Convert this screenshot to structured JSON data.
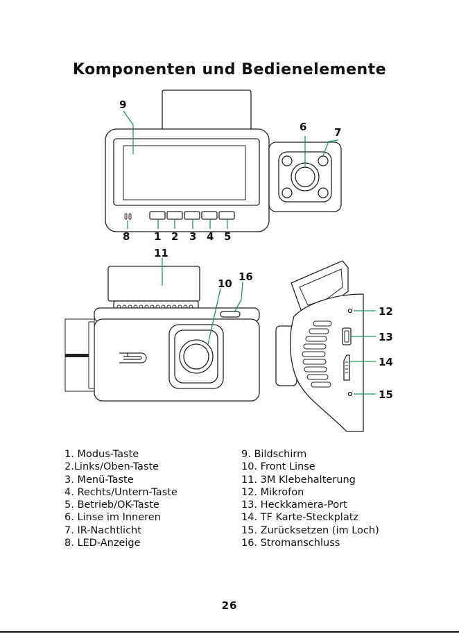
{
  "title": "Komponenten und Bedienelemente",
  "callouts": {
    "c1": "1",
    "c2": "2",
    "c3": "3",
    "c4": "4",
    "c5": "5",
    "c6": "6",
    "c7": "7",
    "c8": "8",
    "c9": "9",
    "c10": "10",
    "c11": "11",
    "c12": "12",
    "c13": "13",
    "c14": "14",
    "c15": "15",
    "c16": "16"
  },
  "legend_left": [
    "1. Modus-Taste",
    "2.Links/Oben-Taste",
    "3. Menü-Taste",
    "4. Rechts/Untern-Taste",
    "5. Betrieb/OK-Taste",
    "6. Linse im Inneren",
    "7. IR-Nachtlicht",
    "8. LED-Anzeige"
  ],
  "legend_right": [
    "9. Bildschirm",
    "10. Front Linse",
    "11. 3M Klebehalterung",
    "12. Mikrofon",
    "13. Heckkamera-Port",
    "14. TF Karte-Steckplatz",
    "15. Zurücksetzen (im Loch)",
    "16. Stromanschluss"
  ],
  "page_number": "26",
  "colors": {
    "leader": "#1a9a5a",
    "ink": "#111111"
  }
}
